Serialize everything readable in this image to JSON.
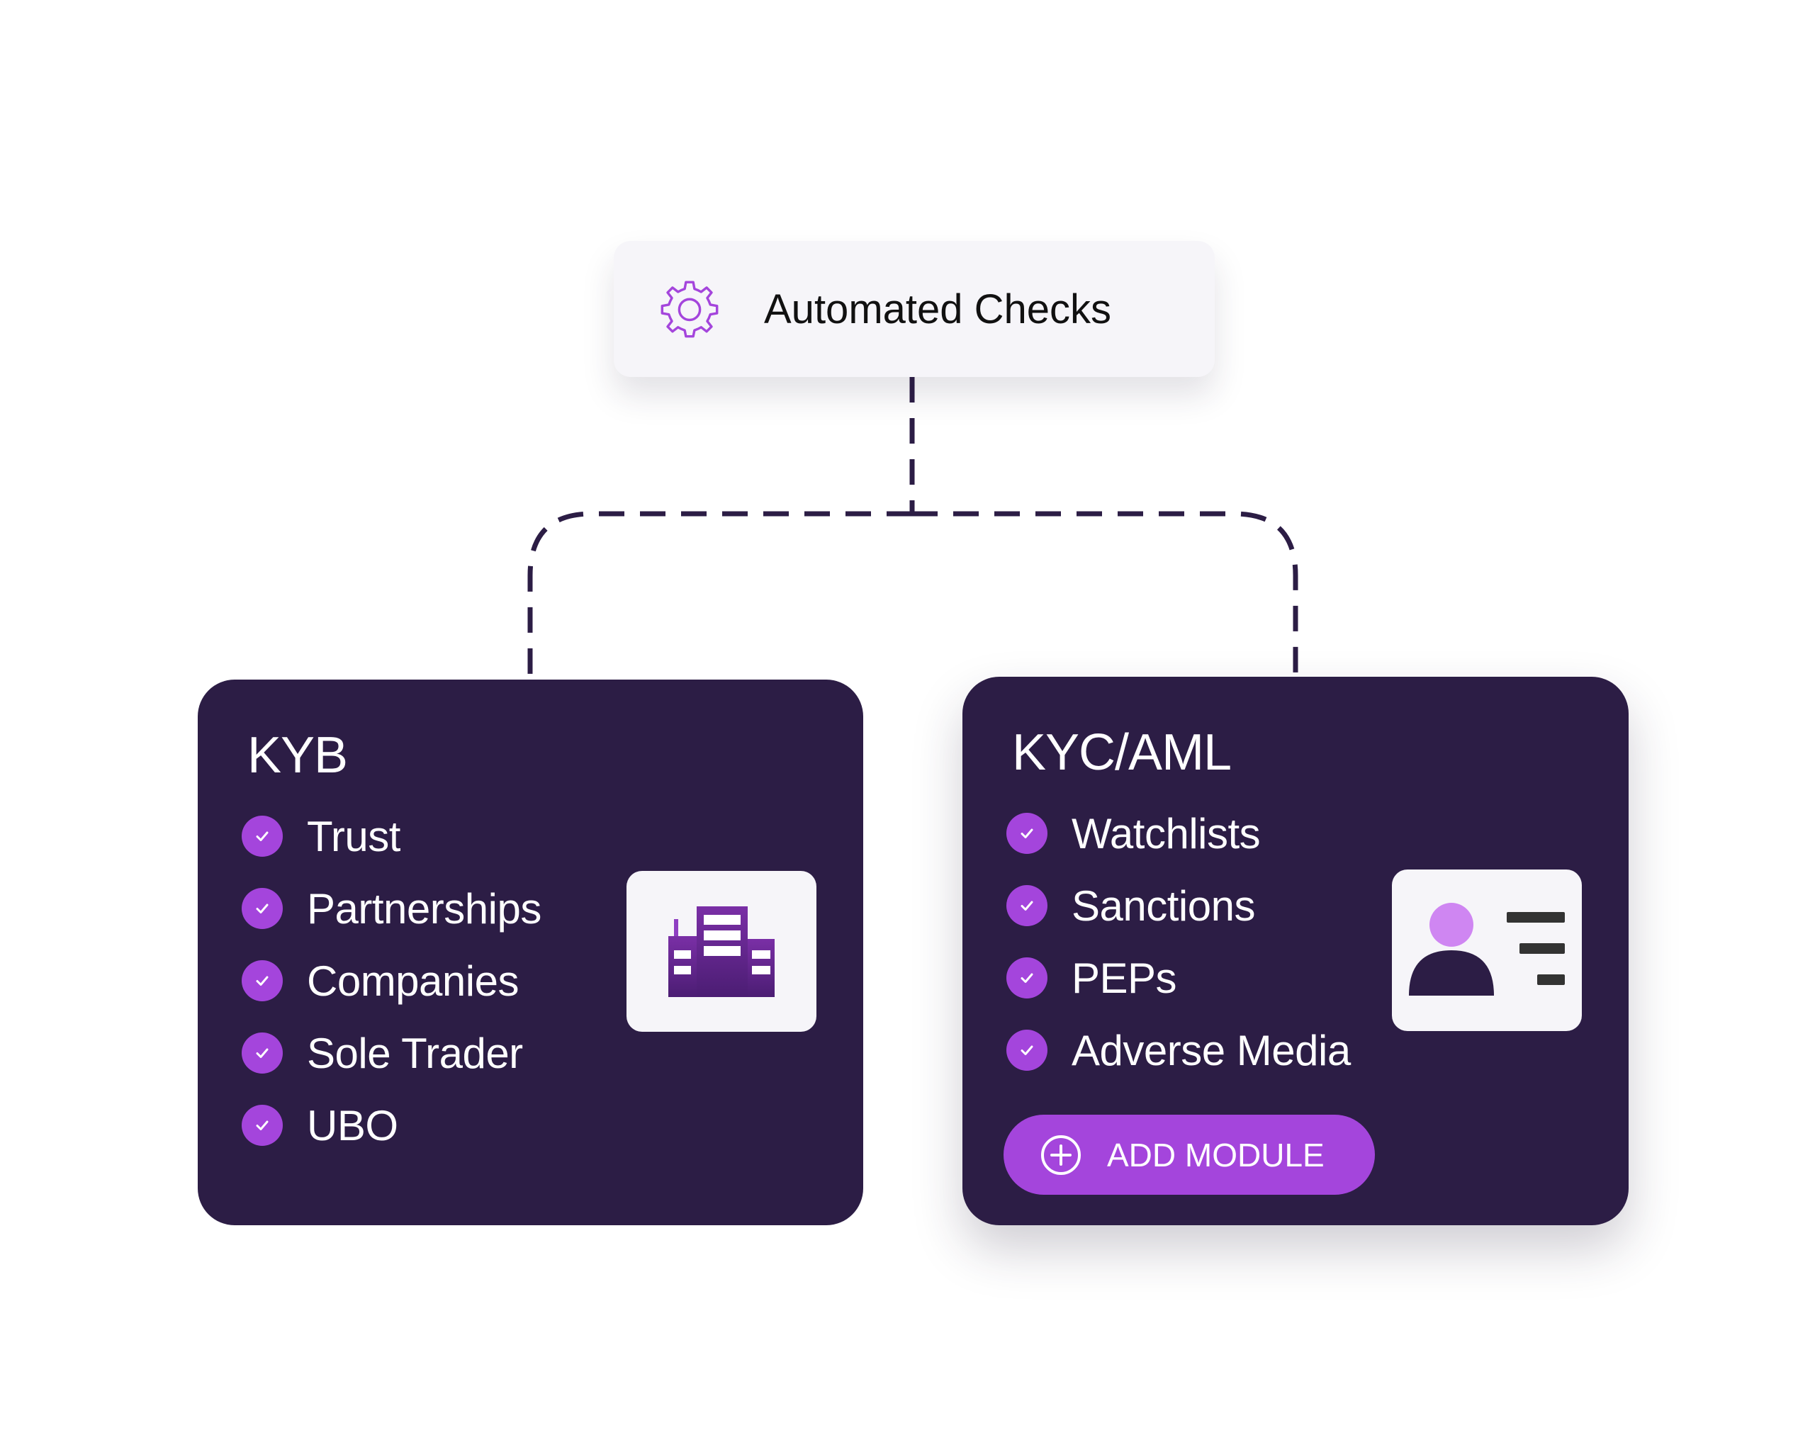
{
  "root": {
    "label": "Automated Checks",
    "icon": "gear-icon"
  },
  "kyb": {
    "title": "KYB",
    "items": [
      "Trust",
      "Partnerships",
      "Companies",
      "Sole Trader",
      "UBO"
    ],
    "icon": "building-icon"
  },
  "kyc": {
    "title": "KYC/AML",
    "items": [
      "Watchlists",
      "Sanctions",
      "PEPs",
      "Adverse Media"
    ],
    "icon": "id-card-icon",
    "button_label": "ADD MODULE",
    "button_icon": "plus-circle-icon"
  },
  "colors": {
    "card_background": "#2c1d45",
    "accent": "#a445dc",
    "node_background": "#f6f5f9",
    "connector": "#2c1d45"
  }
}
